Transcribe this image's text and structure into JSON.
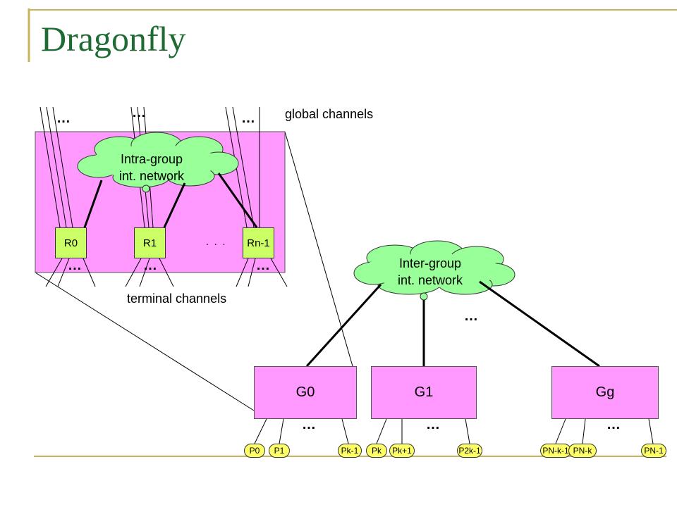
{
  "title": "Dragonfly",
  "labels": {
    "global_channels": "global channels",
    "terminal_channels": "terminal channels",
    "intra_line1": "Intra-group",
    "intra_line2": "int. network",
    "inter_line1": "Inter-group",
    "inter_line2": "int. network",
    "ellipsis": "…",
    "router_dots": ". . ."
  },
  "routers": [
    "R0",
    "R1",
    "Rn-1"
  ],
  "groups": [
    "G0",
    "G1",
    "Gg"
  ],
  "ports": [
    "P0",
    "P1",
    "Pk-1",
    "Pk",
    "Pk+1",
    "P2k-1",
    "PN-k-1",
    "PN-k",
    "PN-1"
  ],
  "colors": {
    "title": "#1e6b33",
    "rule": "#c8b45a",
    "group_fill": "#ff99ff",
    "router_fill": "#ccff66",
    "cloud_fill": "#99ff99",
    "port_fill": "#ffff66"
  }
}
